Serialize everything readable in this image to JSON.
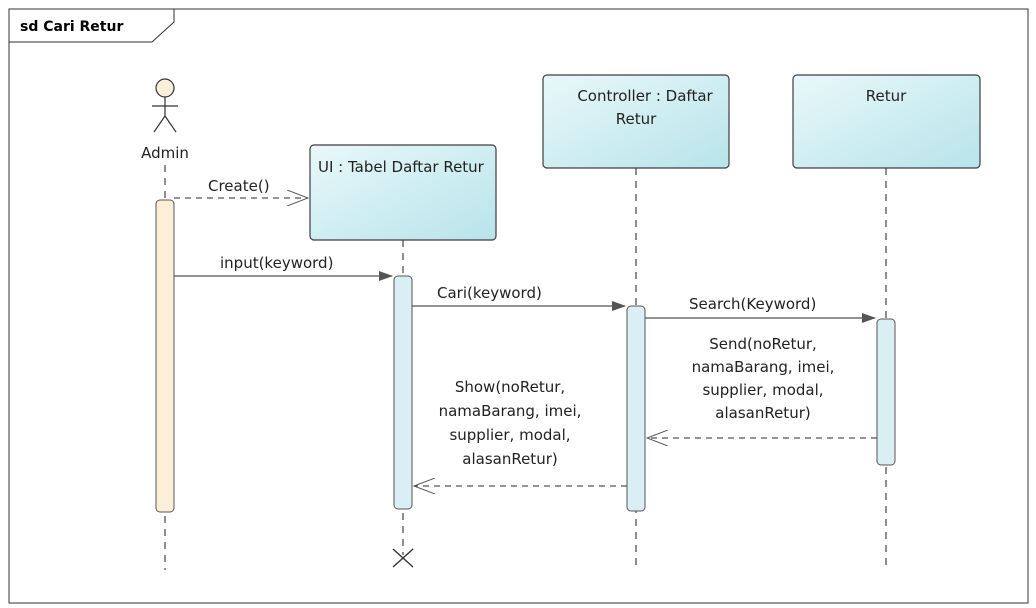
{
  "frame": {
    "title": "sd Cari Retur"
  },
  "participants": {
    "admin": "Admin",
    "ui": "UI : Tabel Daftar Retur",
    "controller": [
      "Controller : Daftar",
      "Retur"
    ],
    "retur": "Retur"
  },
  "messages": {
    "create": "Create()",
    "input": "input(keyword)",
    "cari": "Cari(keyword)",
    "search": "Search(Keyword)",
    "send": [
      "Send(noRetur,",
      "namaBarang, imei,",
      "supplier, modal,",
      "alasanRetur)"
    ],
    "show": [
      "Show(noRetur,",
      "namaBarang, imei,",
      "supplier, modal,",
      "alasanRetur)"
    ]
  },
  "colors": {
    "box_fill_light": "#e6f7f9",
    "box_fill_dark": "#b9e6ec",
    "activation_admin": "#fcefd9",
    "activation_other": "#d9eff3",
    "line": "#333333"
  }
}
